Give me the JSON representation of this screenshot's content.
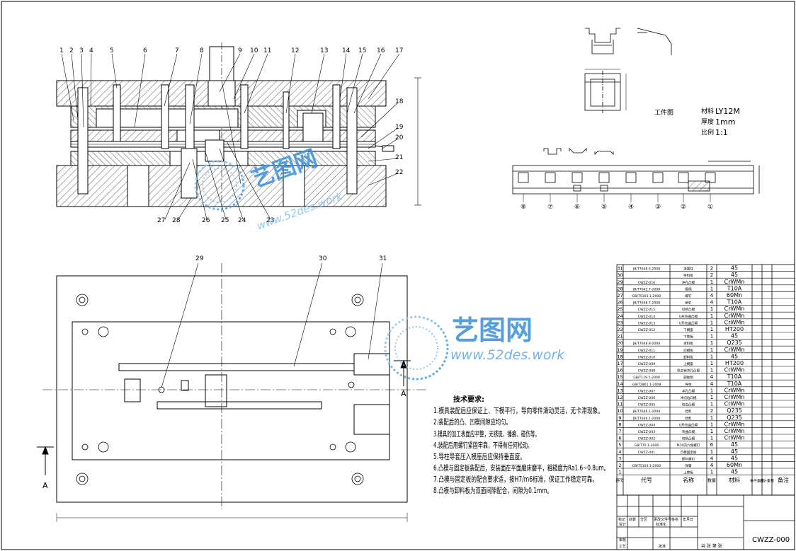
{
  "callouts_top": [
    "1",
    "2",
    "3",
    "4",
    "5",
    "6",
    "7",
    "8",
    "9",
    "10",
    "11",
    "12",
    "13",
    "14",
    "15",
    "16",
    "17"
  ],
  "callouts_right": [
    "18",
    "19",
    "20",
    "21",
    "22"
  ],
  "callouts_bottom": [
    "27",
    "28",
    "26",
    "25",
    "24",
    "23"
  ],
  "callouts_plan": [
    "29",
    "30",
    "31"
  ],
  "section_labels": [
    "A",
    "A"
  ],
  "workpiece": {
    "title": "工件图",
    "material_label": "材料",
    "material": "LY12M",
    "thickness_label": "厚度",
    "thickness": "1mm",
    "scale_label": "比例",
    "scale": "1:1"
  },
  "strip_stations": [
    "⑧",
    "⑦",
    "⑥",
    "⑤",
    "④",
    "③",
    "②",
    "①"
  ],
  "watermark": {
    "brand": "艺图网",
    "url": "www.52des.work"
  },
  "tech_req": {
    "title": "技术要求:",
    "items": [
      "1.模具装配后应保证上、下模平行，导向零件滑动灵活，无卡滞现象。",
      "2.装配后的凸、凹模间隙应均匀。",
      "3.模具的加工表面应平整，无锈斑、锤痕、碰伤等。",
      "4.装配后用螺钉紧固牢靠，不得有任何松动。",
      "5.导柱导套压入模座后应保持垂直度。",
      "6.凸模与固定板装配后，安装面在平面磨床磨平，粗糙度为Ra1.6~0.8um。",
      "7.凸模与固定板的配合要求适，按H7/m6标准，保证工作稳定可靠。",
      "8.凸模与卸料板为双面间隙配合，间隙为0.1mm。"
    ]
  },
  "bom": {
    "headers": {
      "no": "序号",
      "code": "代号",
      "name": "名称",
      "qty": "数量",
      "material": "材料",
      "unit": "单件重量",
      "total": "总计重量",
      "remark": "备注"
    },
    "rows": [
      [
        "31",
        "JB/T7648.5-2008",
        "弹簧柱",
        "2",
        "45"
      ],
      [
        "30",
        "",
        "导料板",
        "2",
        "45"
      ],
      [
        "29",
        "CWZZ-016",
        "冲孔凸模",
        "1",
        "CrWMn"
      ],
      [
        "28",
        "JB/T7642.7-2008",
        "模柄",
        "1",
        "T10A"
      ],
      [
        "27",
        "GB/T5103.1-2000",
        "螺钉",
        "4",
        "60Mn"
      ],
      [
        "26",
        "JB/T7648.7-2008",
        "销钉",
        "4",
        "T10A"
      ],
      [
        "25",
        "CWZZ-015",
        "切断凸模",
        "1",
        "CrWMn"
      ],
      [
        "24",
        "CWZZ-014",
        "U形弯曲凸模",
        "1",
        "CrWMn"
      ],
      [
        "23",
        "CWZZ-013",
        "U形弯曲凸模",
        "1",
        "CrWMn"
      ],
      [
        "22",
        "CWZZ-012",
        "下模座",
        "1",
        "HT200"
      ],
      [
        "21",
        "",
        "下垫板",
        "1",
        "45"
      ],
      [
        "20",
        "JB/T7648.8-2008",
        "承料板",
        "1",
        "Q235"
      ],
      [
        "19",
        "CWZZ-011",
        "凹模板",
        "1",
        "CrWMn"
      ],
      [
        "18",
        "CWZZ-010",
        "卸料板",
        "1",
        "45"
      ],
      [
        "17",
        "CWZZ-009",
        "上模座",
        "1",
        "HT200"
      ],
      [
        "16",
        "CWZZ-008",
        "导正销冲孔凸模",
        "1",
        "CrWMn"
      ],
      [
        "15",
        "GB/T119.1-2000",
        "圆柱销",
        "4",
        "T10A"
      ],
      [
        "14",
        "GB/T2861.1-2008",
        "导柱",
        "4",
        "T10A"
      ],
      [
        "13",
        "CWZZ-007",
        "冲孔凸模",
        "1",
        "CrWMn"
      ],
      [
        "12",
        "CWZZ-006",
        "冲切边凸模",
        "1",
        "CrWMn"
      ],
      [
        "11",
        "CWZZ-005",
        "切边凸模",
        "1",
        "CrWMn"
      ],
      [
        "10",
        "JB/T7646.1-2008",
        "挡料",
        "2",
        "Q235"
      ],
      [
        "9",
        "JB/T7646.1-2008",
        "挡料",
        "1",
        "Q235"
      ],
      [
        "8",
        "CWZZ-004",
        "U形弯曲凸模",
        "1",
        "CrWMn"
      ],
      [
        "7",
        "CWZZ-003",
        "弯曲凸模",
        "1",
        "CrWMn"
      ],
      [
        "6",
        "CWZZ-002",
        "切断凸模",
        "1",
        "CrWMn"
      ],
      [
        "5",
        "GB/T70.1-2000",
        "M10内六角螺钉",
        "6",
        "45"
      ],
      [
        "4",
        "CWZZ-001",
        "凸模固定板",
        "1",
        "45"
      ],
      [
        "3",
        "",
        "卸料螺钉",
        "4",
        "45"
      ],
      [
        "2",
        "GB/T5103.1-2000",
        "弹簧",
        "4",
        "60Mn"
      ],
      [
        "1",
        "",
        "上垫板",
        "1",
        "45"
      ]
    ]
  },
  "title_block": {
    "row_labels": [
      "标记",
      "处数",
      "分区",
      "更改文件号",
      "签名",
      "年月日"
    ],
    "design": "设计",
    "standard": "标准化",
    "review": "审核",
    "process": "工艺",
    "approve": "批准",
    "sheet": "共  张 第  张",
    "drawing_no": "CWZZ-000"
  }
}
